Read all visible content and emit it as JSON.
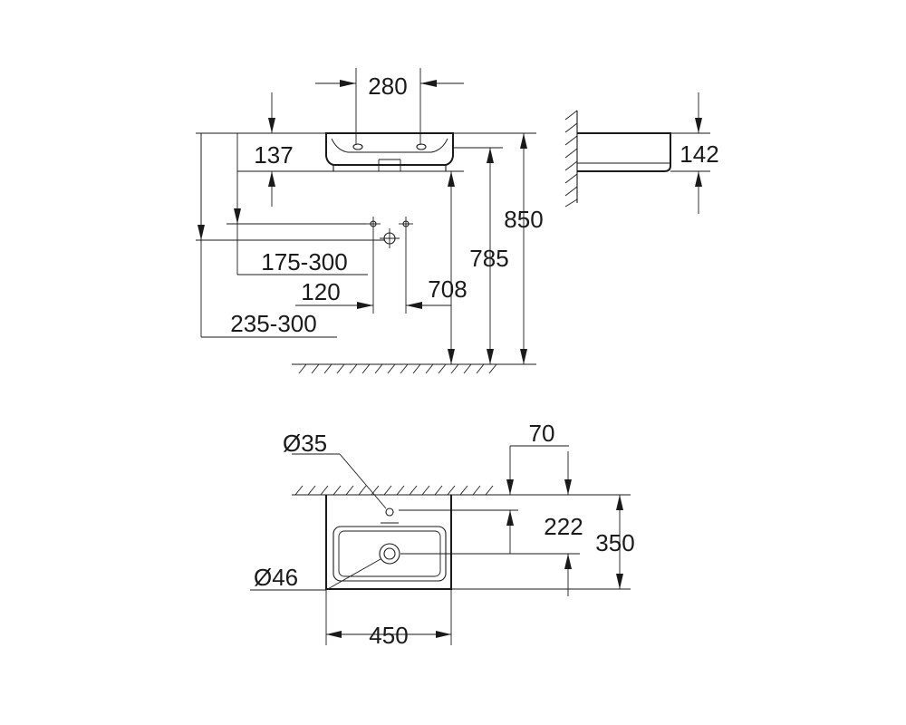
{
  "dimensions": {
    "tap_spacing": "280",
    "basin_height_front": "137",
    "top_height": "850",
    "underside_height": "785",
    "waste_height": "708",
    "side_depth": "142",
    "fixing_height_range": "175-300",
    "fixing_spacing": "120",
    "fixing_height_range_2": "235-300",
    "tap_hole_diameter": "Ø35",
    "waste_diameter": "Ø46",
    "tap_hole_distance": "70",
    "waste_distance": "222",
    "depth": "350",
    "width": "450"
  }
}
